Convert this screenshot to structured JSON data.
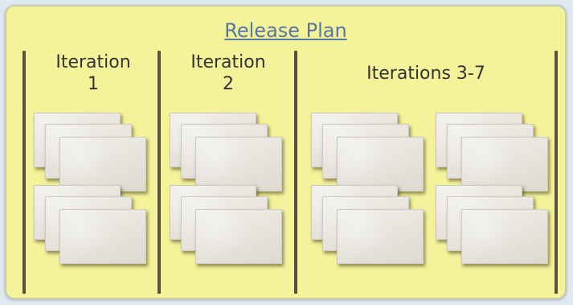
{
  "diagram": {
    "title": "Release Plan",
    "columns": [
      {
        "id": "iteration-1",
        "label": "Iteration\n1",
        "card_stacks": 2,
        "cards_per_stack": 3
      },
      {
        "id": "iteration-2",
        "label": "Iteration\n2",
        "card_stacks": 2,
        "cards_per_stack": 3
      },
      {
        "id": "iterations-3-7",
        "label": "Iterations 3-7",
        "card_stacks": 4,
        "cards_per_stack": 3
      }
    ]
  },
  "colors": {
    "background": "#dfe9f1",
    "panel": "#f5f39a",
    "title": "#5677a4",
    "divider": "#5a5040",
    "card": "#e8e5de"
  }
}
